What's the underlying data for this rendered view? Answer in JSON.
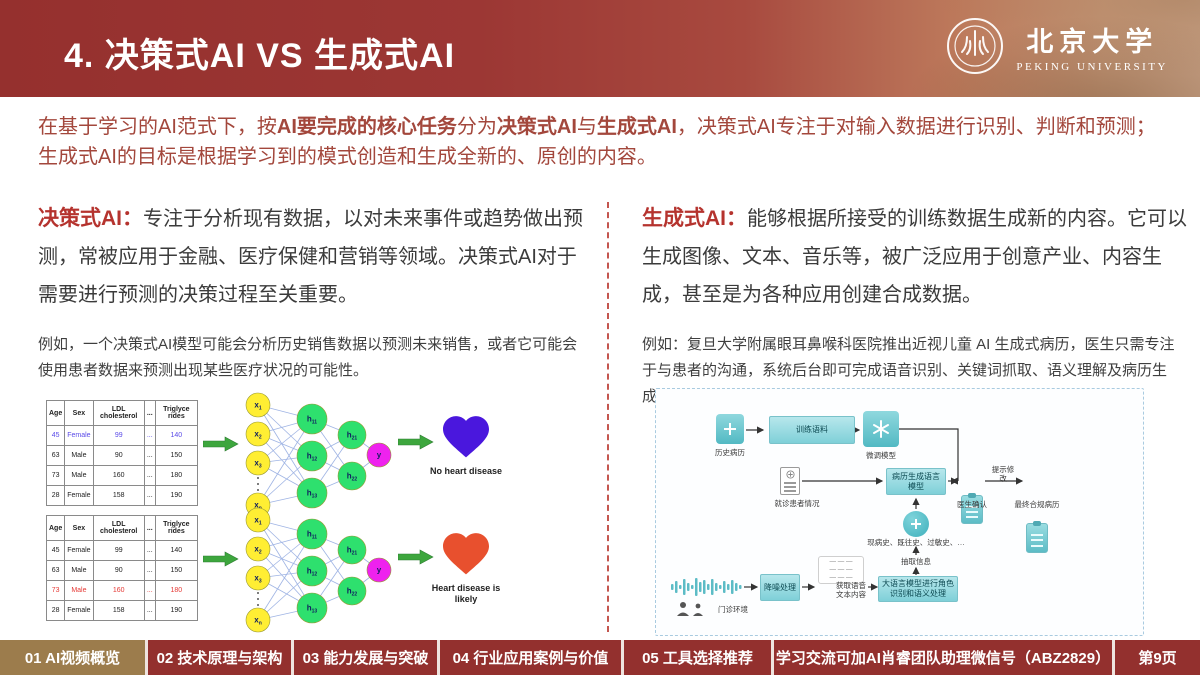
{
  "colors": {
    "header_red": "#95302e",
    "intro_text": "#a3473c",
    "heading_red": "#b5332e",
    "body_text": "#3b3b3b",
    "footer_red": "#93302e",
    "active_tab": "#9c7c4c",
    "teal": "#5cbcc6",
    "heart_no_disease": "#4a17dd",
    "heart_disease": "#e8502e",
    "table1_highlight": "#5b4be8",
    "table2_highlight": "#e53935",
    "edge_blue": "#9fb4e4",
    "node_yellow": "#ffee33",
    "node_green": "#2ee06e",
    "node_magenta": "#ee22ee",
    "arrow_green": "#3da63d"
  },
  "header": {
    "title": "4. 决策式AI VS 生成式AI",
    "university_cn": "北京大学",
    "university_en": "PEKING UNIVERSITY"
  },
  "intro": {
    "segments": [
      {
        "t": "在基于学习的AI范式下，按",
        "b": false
      },
      {
        "t": "AI要完成的核心任务",
        "b": true
      },
      {
        "t": "分为",
        "b": false
      },
      {
        "t": "决策式AI",
        "b": true
      },
      {
        "t": "与",
        "b": false
      },
      {
        "t": "生成式AI",
        "b": true
      },
      {
        "t": "，决策式AI专注于对输入数据进行识别、判断和预测；生成式AI的目标是根据学习到的模式创造和生成全新的、原创的内容。",
        "b": false
      }
    ]
  },
  "left": {
    "heading_label": "决策式AI：",
    "heading_text": "专注于分析现有数据，以对未来事件或趋势做出预测，常被应用于金融、医疗保健和营销等领域。决策式AI对于需要进行预测的决策过程至关重要。",
    "example": "例如，一个决策式AI模型可能会分析历史销售数据以预测未来销售，或者它可能会使用患者数据来预测出现某些医疗状况的可能性。",
    "diagram": {
      "table_headers": [
        "Age",
        "Sex",
        "LDL cholesterol",
        "...",
        "Triglyce rides"
      ],
      "table_rows": [
        [
          "45",
          "Female",
          "99",
          "...",
          "140"
        ],
        [
          "63",
          "Male",
          "90",
          "...",
          "150"
        ],
        [
          "73",
          "Male",
          "160",
          "...",
          "180"
        ],
        [
          "28",
          "Female",
          "158",
          "...",
          "190"
        ]
      ],
      "table1_highlight_row": 0,
      "table2_highlight_row": 2,
      "nn": {
        "inputs": [
          {
            "b": "x",
            "s": "1"
          },
          {
            "b": "x",
            "s": "2"
          },
          {
            "b": "x",
            "s": "3"
          },
          {
            "b": "x",
            "s": "n"
          }
        ],
        "hidden1": [
          {
            "b": "h",
            "s": "11"
          },
          {
            "b": "h",
            "s": "12"
          },
          {
            "b": "h",
            "s": "13"
          }
        ],
        "hidden2": [
          {
            "b": "h",
            "s": "21"
          },
          {
            "b": "h",
            "s": "22"
          }
        ],
        "output": {
          "b": "y",
          "s": ""
        }
      },
      "result1_label": "No heart disease",
      "result2_label": "Heart disease is likely"
    }
  },
  "right": {
    "heading_label": "生成式AI：",
    "heading_text": "能够根据所接受的训练数据生成新的内容。它可以生成图像、文本、音乐等，被广泛应用于创意产业、内容生成，甚至是为各种应用创建合成数据。",
    "example": "例如：复旦大学附属眼耳鼻喉科医院推出近视儿童 AI 生成式病历，医生只需专注于与患者的沟通，系统后台即可完成语音识别、关键词抓取、语义理解及病历生成的全过程。",
    "flowchart": {
      "history_records": "历史病历",
      "training_corpus": "训练语料",
      "finetune_model": "微调模型",
      "patient_info": "就诊患者情况",
      "record_llm": "病历生成语言模型",
      "doctor_confirm": "医生确认",
      "prompt_edit": "提示修改",
      "final_record": "最终合规病历",
      "clinic_env": "门诊环境",
      "denoise": "降噪处理",
      "speech_text": "获取语音文本内容",
      "llm_process": "大语言模型进行角色识别和语义处理",
      "extract": "抽取信息",
      "history_items": "现病史、既往史、过敏史、…",
      "dialog_lines": [
        "— — —",
        "— — —",
        "— — —"
      ]
    }
  },
  "footer": {
    "tabs": [
      {
        "label": "01 AI视频概览",
        "active": true
      },
      {
        "label": "02 技术原理与架构",
        "active": false
      },
      {
        "label": "03 能力发展与突破",
        "active": false
      },
      {
        "label": "04 行业应用案例与价值",
        "active": false
      },
      {
        "label": "05 工具选择推荐",
        "active": false
      }
    ],
    "notice": "学习交流可加AI肖睿团队助理微信号（ABZ2829）",
    "page": "第9页"
  }
}
